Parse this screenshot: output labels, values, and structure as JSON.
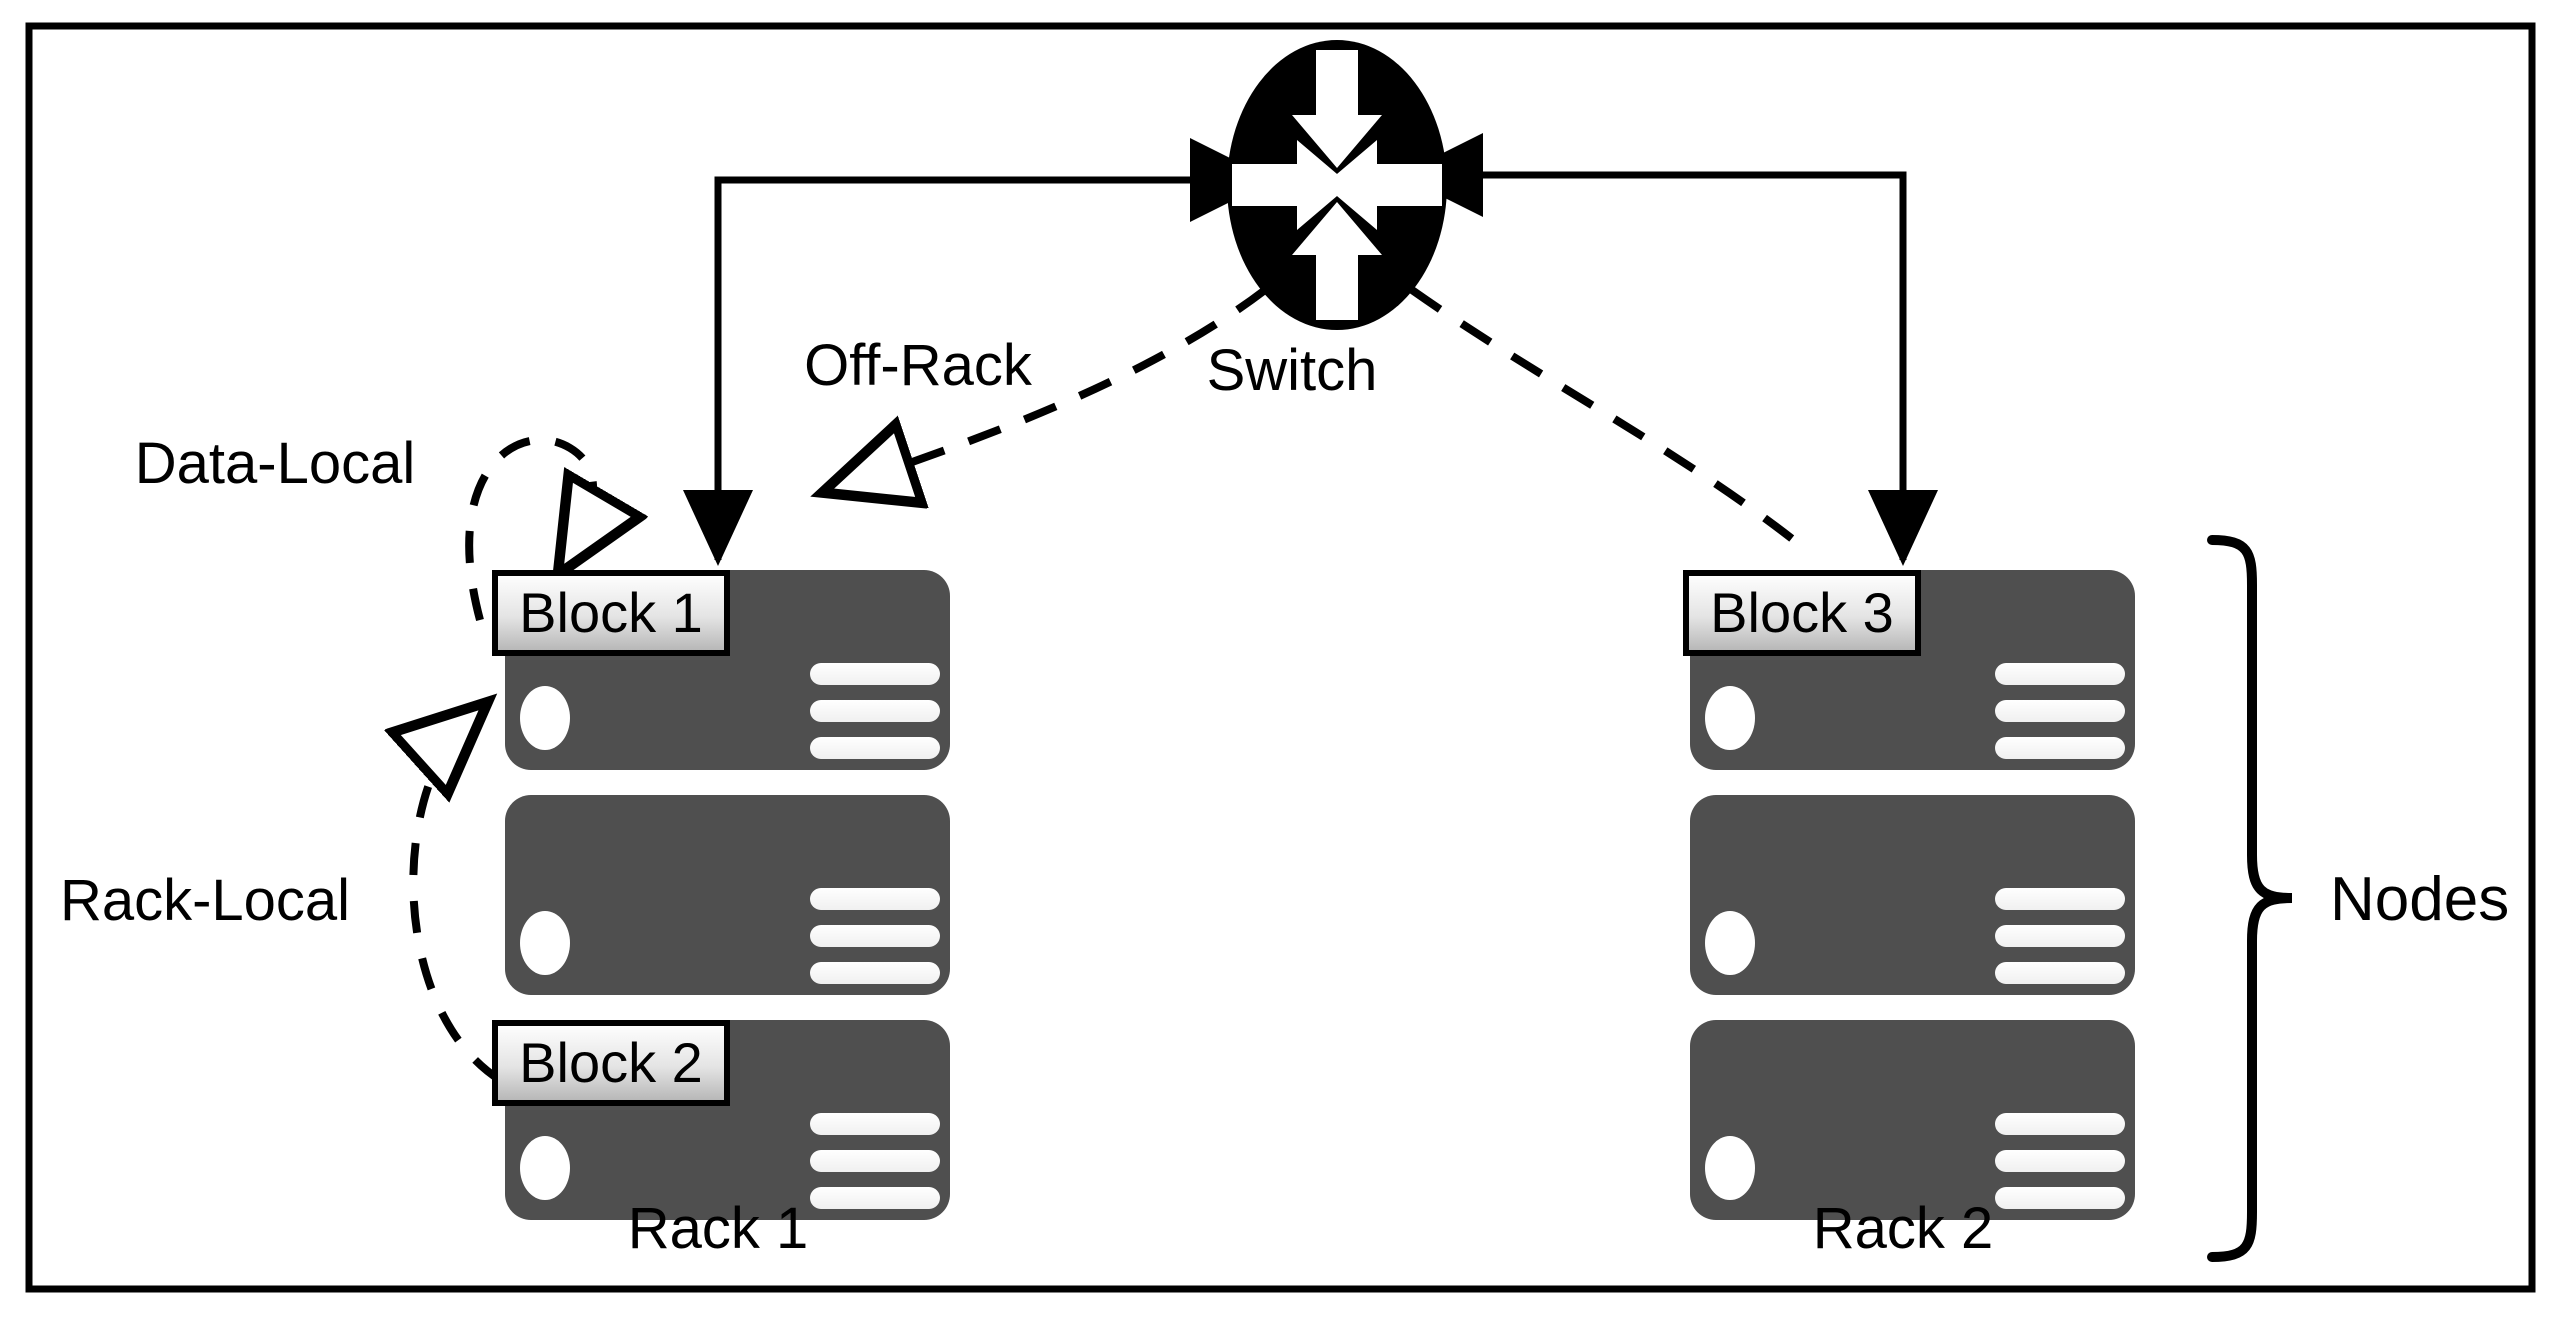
{
  "figure": {
    "kind": "network-topology-diagram",
    "frame": {
      "border_color": "#000000",
      "background": "#ffffff"
    }
  },
  "switch": {
    "label": "Switch",
    "icon": "switch-icon",
    "fill": "#000000",
    "arrow_fill": "#ffffff",
    "arrow_directions": [
      "up",
      "down",
      "left",
      "right"
    ]
  },
  "racks": [
    {
      "id": "rack-1",
      "label": "Rack 1",
      "nodes": [
        {
          "id": "rack1-node1",
          "block": "Block 1"
        },
        {
          "id": "rack1-node2",
          "block": null
        },
        {
          "id": "rack1-node3",
          "block": "Block 2"
        }
      ]
    },
    {
      "id": "rack-2",
      "label": "Rack 2",
      "nodes": [
        {
          "id": "rack2-node1",
          "block": "Block 3"
        },
        {
          "id": "rack2-node2",
          "block": null
        },
        {
          "id": "rack2-node3",
          "block": null
        }
      ]
    }
  ],
  "edges": [
    {
      "id": "data-local",
      "label": "Data-Local",
      "style": "dashed",
      "arrowhead": "hollow"
    },
    {
      "id": "rack-local",
      "label": "Rack-Local",
      "style": "dashed",
      "arrowhead": "hollow"
    },
    {
      "id": "off-rack",
      "label": "Off-Rack",
      "style": "dashed",
      "arrowhead": "hollow"
    }
  ],
  "annotations": {
    "brace_label": "Nodes"
  },
  "colors": {
    "node_body": "#4f4f4f",
    "node_accent": "#ffffff",
    "badge_gradient_top": "#ffffff",
    "badge_gradient_bottom": "#b9b9b9",
    "line": "#000000"
  }
}
